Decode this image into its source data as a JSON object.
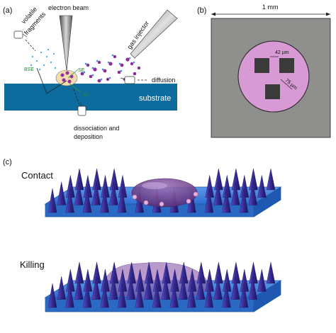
{
  "figure": {
    "panel_a": {
      "label": "(a)",
      "electron_beam": "electron beam",
      "gas_injector": "gas injector",
      "volatile": "volatile",
      "fragments": "fragments",
      "bse": "BSE",
      "se_1": "SE",
      "se_2": "SE",
      "diffusion": "diffusion",
      "substrate": "substrate",
      "dissociation": "dissociation and",
      "deposition": "deposition"
    },
    "panel_b": {
      "label": "(b)",
      "width_label": "1 mm",
      "gap_label": "42 µm",
      "size_label": "75 µm"
    },
    "panel_c": {
      "label": "(c)",
      "contact": "Contact",
      "killing": "Killing"
    }
  },
  "colors": {
    "substrate": "#0d6b9e",
    "panel_b_background": "#8f8f8d",
    "pink_circle": "#d79ad4",
    "dark_square": "#3a3a3a",
    "slab": "#3c78d6",
    "spike": "#3a2f9a",
    "droplet": "#6a3f8a",
    "molecule": "#8e2c9a"
  }
}
